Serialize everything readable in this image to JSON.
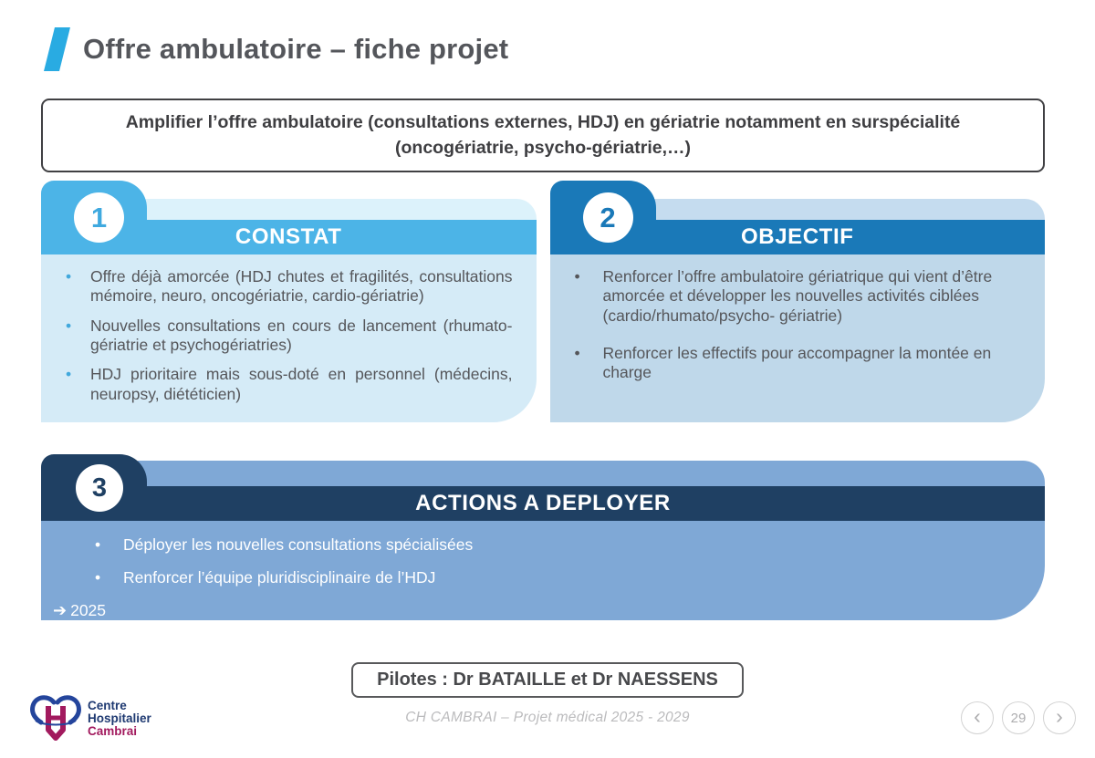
{
  "slide": {
    "title": "Offre ambulatoire – fiche projet",
    "subtitle": "Amplifier l’offre ambulatoire (consultations externes, HDJ) en gériatrie notamment en surspécialité (oncogériatrie, psycho-gériatrie,…)",
    "cards": [
      {
        "number": "1",
        "header": "CONSTAT",
        "bullets": [
          "Offre déjà amorcée (HDJ chutes et fragilités, consultations mémoire, neuro, oncogériatrie, cardio-gériatrie)",
          "Nouvelles consultations en cours de lancement (rhumato-gériatrie et psychogériatries)",
          "HDJ prioritaire mais sous-doté en personnel (médecins, neuropsy, diététicien)"
        ]
      },
      {
        "number": "2",
        "header": "OBJECTIF",
        "bullets": [
          "Renforcer l’offre ambulatoire gériatrique qui vient d’être amorcée et développer les nouvelles activités ciblées (cardio/rhumato/psycho- gériatrie)",
          "Renforcer les effectifs pour accompagner la montée en charge"
        ]
      },
      {
        "number": "3",
        "header": "ACTIONS A DEPLOYER",
        "bullets": [
          "Déployer les nouvelles consultations spécialisées",
          "Renforcer l’équipe pluridisciplinaire de l’HDJ"
        ],
        "milestone_icon": "➔",
        "milestone": "2025"
      }
    ],
    "pilotes": "Pilotes : Dr BATAILLE et Dr NAESSENS",
    "footer": "CH CAMBRAI – Projet médical 2025 - 2029",
    "logo": {
      "line1": "Centre",
      "line2": "Hospitalier",
      "line3": "Cambrai"
    },
    "pagination": {
      "page": "29",
      "prev_glyph": "‹",
      "next_glyph": "›"
    }
  },
  "colors": {
    "accent_slash": "#29ABE2",
    "card1_main": "#4CB4E7",
    "card1_body": "#D5EBF7",
    "card2_main": "#1A79B8",
    "card2_body": "#BFD8EA",
    "card3_main": "#1F4063",
    "card3_body": "#7FA8D6",
    "logo_blue": "#1F3A72",
    "logo_magenta": "#A21A5E"
  }
}
